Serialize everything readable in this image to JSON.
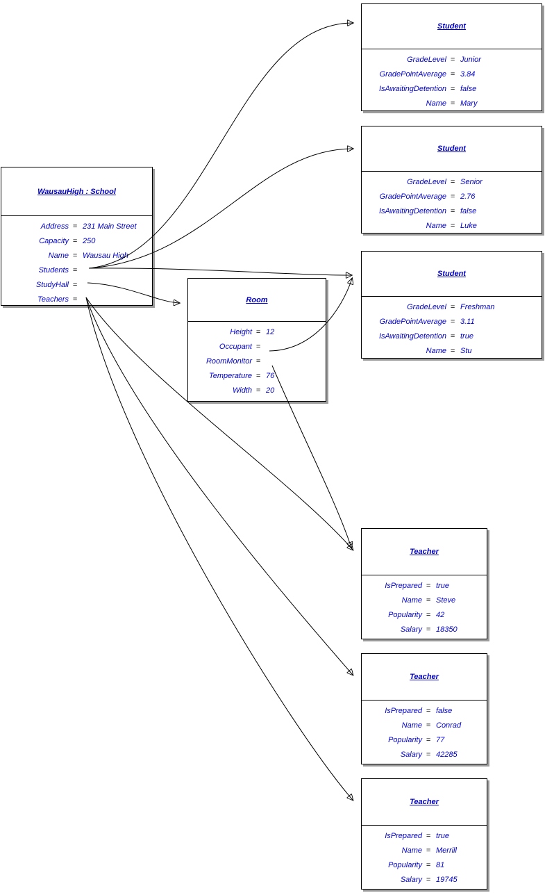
{
  "ui": {
    "equals": "="
  },
  "colors": {
    "text_blue": "#0000cc",
    "border": "#000000",
    "shadow": "#9c9c9c"
  },
  "nodes": {
    "school": {
      "title": "WausauHigh : School",
      "props": [
        {
          "name": "Address",
          "value": "231 Main Street"
        },
        {
          "name": "Capacity",
          "value": "250"
        },
        {
          "name": "Name",
          "value": "Wausau High"
        },
        {
          "name": "Students",
          "value": ""
        },
        {
          "name": "StudyHall",
          "value": ""
        },
        {
          "name": "Teachers",
          "value": ""
        }
      ]
    },
    "room": {
      "title": "Room",
      "props": [
        {
          "name": "Height",
          "value": "12"
        },
        {
          "name": "Occupant",
          "value": ""
        },
        {
          "name": "RoomMonitor",
          "value": ""
        },
        {
          "name": "Temperature",
          "value": "76"
        },
        {
          "name": "Width",
          "value": "20"
        }
      ]
    },
    "student1": {
      "title": "Student",
      "props": [
        {
          "name": "GradeLevel",
          "value": "Junior"
        },
        {
          "name": "GradePointAverage",
          "value": "3.84"
        },
        {
          "name": "IsAwaitingDetention",
          "value": "false"
        },
        {
          "name": "Name",
          "value": "Mary"
        }
      ]
    },
    "student2": {
      "title": "Student",
      "props": [
        {
          "name": "GradeLevel",
          "value": "Senior"
        },
        {
          "name": "GradePointAverage",
          "value": "2.76"
        },
        {
          "name": "IsAwaitingDetention",
          "value": "false"
        },
        {
          "name": "Name",
          "value": "Luke"
        }
      ]
    },
    "student3": {
      "title": "Student",
      "props": [
        {
          "name": "GradeLevel",
          "value": "Freshman"
        },
        {
          "name": "GradePointAverage",
          "value": "3.11"
        },
        {
          "name": "IsAwaitingDetention",
          "value": "true"
        },
        {
          "name": "Name",
          "value": "Stu"
        }
      ]
    },
    "teacher1": {
      "title": "Teacher",
      "props": [
        {
          "name": "IsPrepared",
          "value": "true"
        },
        {
          "name": "Name",
          "value": "Steve"
        },
        {
          "name": "Popularity",
          "value": "42"
        },
        {
          "name": "Salary",
          "value": "18350"
        }
      ]
    },
    "teacher2": {
      "title": "Teacher",
      "props": [
        {
          "name": "IsPrepared",
          "value": "false"
        },
        {
          "name": "Name",
          "value": "Conrad"
        },
        {
          "name": "Popularity",
          "value": "77"
        },
        {
          "name": "Salary",
          "value": "42285"
        }
      ]
    },
    "teacher3": {
      "title": "Teacher",
      "props": [
        {
          "name": "IsPrepared",
          "value": "true"
        },
        {
          "name": "Name",
          "value": "Merrill"
        },
        {
          "name": "Popularity",
          "value": "81"
        },
        {
          "name": "Salary",
          "value": "19745"
        }
      ]
    }
  },
  "edges": [
    {
      "from": "school.Students",
      "to": "student-mary"
    },
    {
      "from": "school.Students",
      "to": "student-luke"
    },
    {
      "from": "school.Students",
      "to": "student-stu"
    },
    {
      "from": "school.StudyHall",
      "to": "room"
    },
    {
      "from": "school.Teachers",
      "to": "teacher-steve"
    },
    {
      "from": "school.Teachers",
      "to": "teacher-conrad"
    },
    {
      "from": "school.Teachers",
      "to": "teacher-merrill"
    },
    {
      "from": "room.Occupant",
      "to": "student-stu"
    },
    {
      "from": "room.RoomMonitor",
      "to": "teacher-steve"
    }
  ]
}
